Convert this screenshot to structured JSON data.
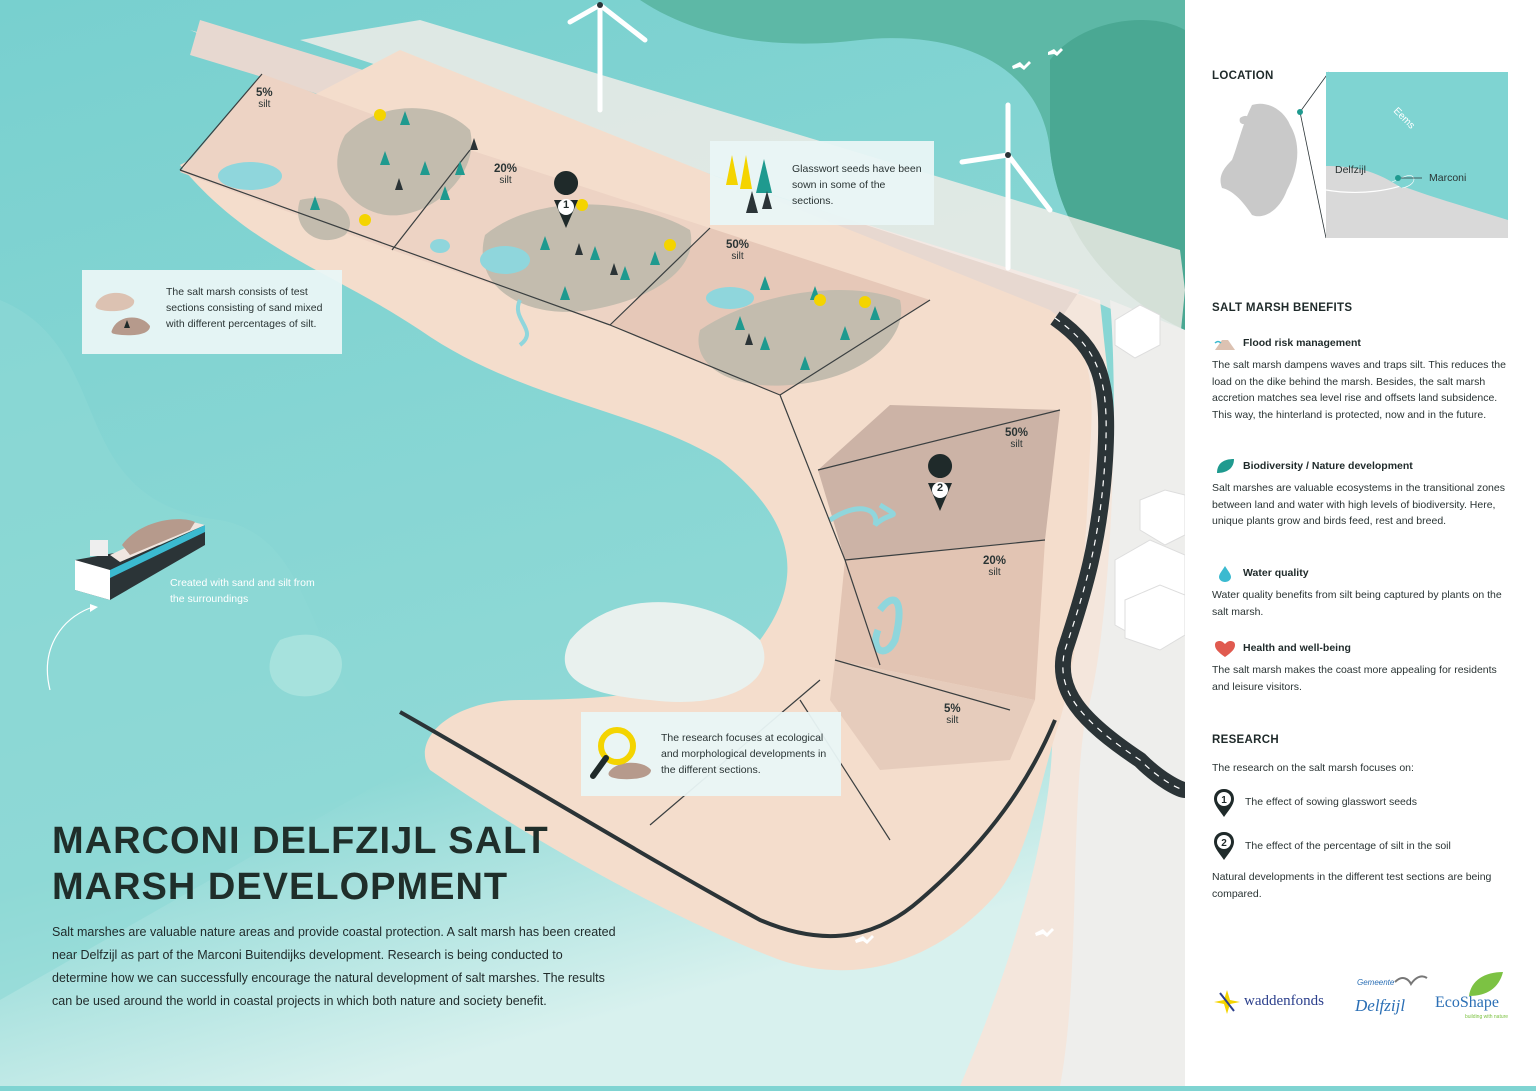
{
  "title_line1": "MARCONI DELFZIJL SALT",
  "title_line2": "MARSH DEVELOPMENT",
  "intro": "Salt marshes are valuable nature areas and provide coastal protection. A salt marsh has been created near Delfzijl as part of the Marconi Buitendijks development. Research is being conducted to determine how we can successfully encourage the natural development of salt marshes. The results can be used around the world in coastal projects in which both nature and society benefit.",
  "callouts": {
    "test_sections": "The salt marsh consists of test sections consisting of sand mixed with different percentages of silt.",
    "glasswort": "Glasswort seeds have been sown in some of the sections.",
    "research": "The research focuses at ecological and morphological developments in the different sections.",
    "ship": "Created with sand and silt from the surroundings"
  },
  "sections": [
    {
      "pct": "5%",
      "unit": "silt"
    },
    {
      "pct": "20%",
      "unit": "silt"
    },
    {
      "pct": "50%",
      "unit": "silt"
    },
    {
      "pct": "50%",
      "unit": "silt"
    },
    {
      "pct": "20%",
      "unit": "silt"
    },
    {
      "pct": "5%",
      "unit": "silt"
    }
  ],
  "markers": [
    "1",
    "2"
  ],
  "location": {
    "heading": "LOCATION",
    "labels": {
      "eems": "Eems",
      "delfzijl": "Delfzijl",
      "marconi": "Marconi"
    }
  },
  "benefits": {
    "heading": "SALT MARSH BENEFITS",
    "items": [
      {
        "title": "Flood risk management",
        "text": "The salt marsh dampens waves and traps silt. This reduces the load on the dike behind the marsh. Besides, the salt marsh accretion matches sea level rise and offsets land subsidence. This way, the hinterland is protected, now and in the future.",
        "icon": "dike-icon"
      },
      {
        "title": "Biodiversity / Nature development",
        "text": "Salt marshes are valuable ecosystems in the transitional zones between land and water with high levels of biodiversity. Here, unique plants grow and birds feed, rest and breed.",
        "icon": "leaf-icon"
      },
      {
        "title": "Water quality",
        "text": "Water quality benefits from silt being captured by plants on the salt marsh.",
        "icon": "water-drop-icon"
      },
      {
        "title": "Health and well-being",
        "text": "The salt marsh makes the coast more appealing for residents and leisure visitors.",
        "icon": "heart-icon"
      }
    ]
  },
  "research": {
    "heading": "RESEARCH",
    "intro": "The research on the salt marsh focuses on:",
    "items": [
      {
        "num": "1",
        "text": "The effect of sowing glasswort seeds"
      },
      {
        "num": "2",
        "text": "The effect of the percentage of silt in the soil"
      }
    ],
    "outro": "Natural developments in the different test sections are being compared."
  },
  "logos": {
    "waddenfonds": "waddenfonds",
    "gemeente": "Gemeente",
    "delfzijl": "Delfzijl",
    "ecoshape": "EcoShape",
    "ecoshape_tag": "building with nature"
  },
  "colors": {
    "sea": "#7fd4d2",
    "deep_sea": "#5db8a6",
    "sand": "#f1d9c9",
    "section_dark": "#ccb3a6",
    "veg_patch": "#c3bcae",
    "plant": "#1f9a8f",
    "glasswort": "#f4d400",
    "road": "#2b3437"
  }
}
